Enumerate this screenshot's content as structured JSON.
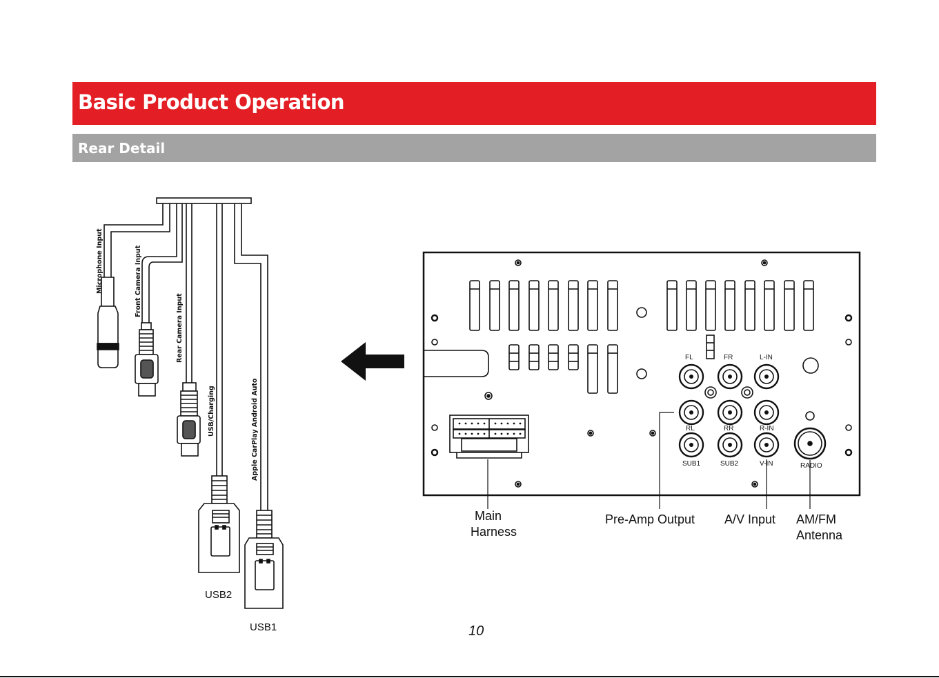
{
  "header": {
    "title": "Basic Product Operation",
    "subtitle": "Rear Detail"
  },
  "cables": {
    "microphone": "Microphone  Input",
    "front_camera": "Front Camera  Input",
    "rear_camera": "Rear Camera  Input",
    "usb_charging": "USB/Charging",
    "carplay": "Apple CarPlay   Android Auto",
    "usb2": "USB2",
    "usb1": "USB1"
  },
  "panel": {
    "fl": "FL",
    "fr": "FR",
    "lin": "L-IN",
    "rl": "RL",
    "rr": "RR",
    "rin": "R-IN",
    "sub1": "SUB1",
    "sub2": "SUB2",
    "vin": "V-IN",
    "radio": "RADIO"
  },
  "callouts": {
    "main_harness_1": "Main",
    "main_harness_2": "Harness",
    "preamp": "Pre-Amp Output",
    "av_input": "A/V Input",
    "amfm_1": "AM/FM",
    "amfm_2": "Antenna"
  },
  "page_number": "10",
  "colors": {
    "title_bg": "#e31e24",
    "subtitle_bg": "#a3a3a3"
  }
}
